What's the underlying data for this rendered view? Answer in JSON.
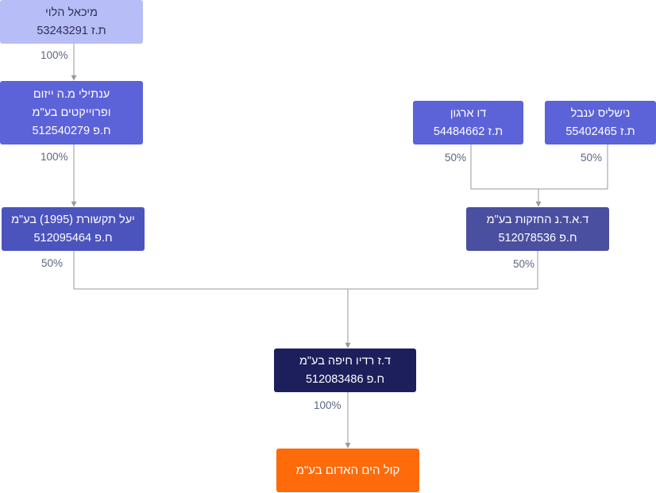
{
  "nodes": {
    "michael_halevi": {
      "name": "מיכאל הלוי",
      "id_line": "ת.ז 53243291"
    },
    "entili": {
      "name_line1": "ענתילי מ.ה ייזום",
      "name_line2": "ופרוייקטים בע\"מ",
      "id_line": "ח.פ 512540279"
    },
    "yael": {
      "name": "יעל תקשורת (1995) בע\"מ",
      "id_line": "ח.פ 512095464"
    },
    "dor_argon": {
      "name": "דו ארגון",
      "id_line": "ת.ז 54484662"
    },
    "nishlis": {
      "name": "נישליס ענבל",
      "id_line": "ת.ז 55402465"
    },
    "dadn": {
      "name": "ד.א.ד.נ החזקות בע\"מ",
      "id_line": "ח.פ 512078536"
    },
    "radio_haifa": {
      "name": "ד.ז רדיו חיפה בע\"מ",
      "id_line": "ח.פ 512083486"
    },
    "kol_hayam": {
      "name": "קול הים האדום בע\"מ"
    }
  },
  "percentages": {
    "michael_to_entili": "100%",
    "entili_to_yael": "100%",
    "dor_to_dadn": "50%",
    "nishlis_to_dadn": "50%",
    "yael_to_radio": "50%",
    "dadn_to_radio": "50%",
    "radio_to_kol": "100%"
  },
  "colors": {
    "light_node": "#b7bdf6",
    "medium_node": "#5c62d8",
    "dark_node": "#1d1f5c",
    "target_node": "#ff6a0a",
    "connector": "#9a9a9a"
  }
}
